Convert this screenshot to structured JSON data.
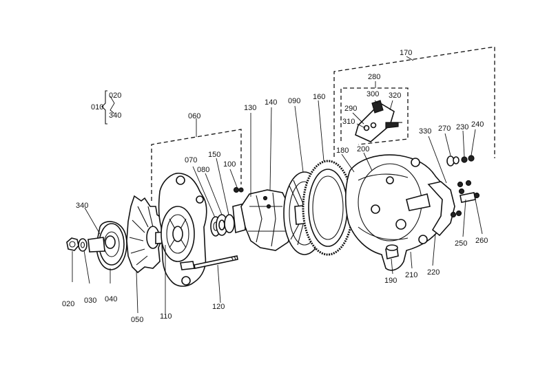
{
  "labels": {
    "p010": "010",
    "p020_group": "020",
    "p340_group": "340",
    "p020": "020",
    "p030": "030",
    "p040": "040",
    "p050": "050",
    "p060": "060",
    "p070": "070",
    "p080": "080",
    "p090": "090",
    "p100": "100",
    "p110": "110",
    "p120": "120",
    "p130": "130",
    "p140": "140",
    "p150": "150",
    "p160": "160",
    "p170": "170",
    "p180": "180",
    "p190": "190",
    "p200": "200",
    "p210": "210",
    "p220": "220",
    "p230": "230",
    "p240": "240",
    "p250": "250",
    "p260": "260",
    "p270": "270",
    "p280": "280",
    "p290": "290",
    "p300": "300",
    "p310": "310",
    "p320": "320",
    "p330": "330",
    "p340": "340"
  }
}
